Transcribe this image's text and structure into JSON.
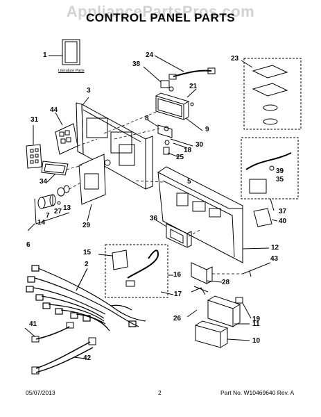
{
  "watermark": "AppliancePartsPros.com",
  "title": "CONTROL PANEL PARTS",
  "literature_label": "Literature Parts",
  "footer": {
    "date": "05/07/2013",
    "page": "2",
    "part_no": "Part No. W10469640  Rev. A"
  },
  "callouts": {
    "c1": "1",
    "c2": "2",
    "c3": "3",
    "c5": "5",
    "c6": "6",
    "c7": "7",
    "c8": "8",
    "c9": "9",
    "c10": "10",
    "c11": "11",
    "c12": "12",
    "c13": "13",
    "c14": "14",
    "c15": "15",
    "c16": "16",
    "c17": "17",
    "c18": "18",
    "c19": "19",
    "c21": "21",
    "c23": "23",
    "c24": "24",
    "c25": "25",
    "c26": "26",
    "c27": "27",
    "c28": "28",
    "c29": "29",
    "c30": "30",
    "c31": "31",
    "c34": "34",
    "c35": "35",
    "c36": "36",
    "c37": "37",
    "c38": "38",
    "c39": "39",
    "c40": "40",
    "c41": "41",
    "c42": "42",
    "c43": "43",
    "c44": "44"
  }
}
